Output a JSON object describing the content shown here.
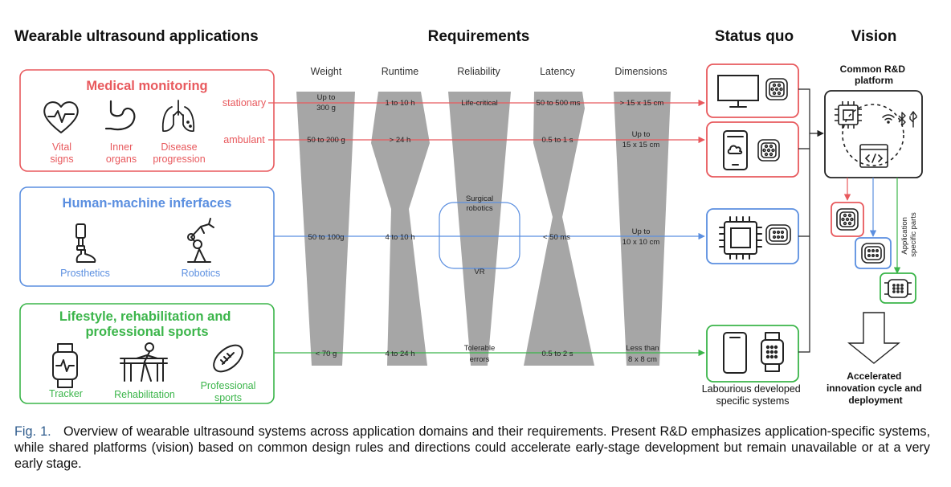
{
  "headers": {
    "applications": "Wearable ultrasound applications",
    "requirements": "Requirements",
    "status_quo": "Status quo",
    "vision": "Vision"
  },
  "columns": [
    "Weight",
    "Runtime",
    "Reliability",
    "Latency",
    "Dimensions"
  ],
  "colors": {
    "medical": "#e8595d",
    "hmi": "#5b8fe0",
    "lifestyle": "#3bb54a",
    "shape": "#a6a6a6",
    "text": "#333333"
  },
  "domains": {
    "medical": {
      "title": "Medical monitoring",
      "items": [
        {
          "label": [
            "Vital",
            "signs"
          ],
          "icon": "heart-pulse-icon"
        },
        {
          "label": [
            "Inner",
            "organs"
          ],
          "icon": "stomach-icon"
        },
        {
          "label": [
            "Disease",
            "progression"
          ],
          "icon": "lungs-icon"
        }
      ],
      "rows": [
        {
          "name": "stationary",
          "values": [
            [
              "Up to",
              "300 g"
            ],
            [
              "1 to 10 h"
            ],
            [
              "Life-critical"
            ],
            [
              "50 to 500 ms"
            ],
            [
              "> 15 x 15 cm"
            ]
          ]
        },
        {
          "name": "ambulant",
          "values": [
            [
              "50 to 200 g"
            ],
            [
              "> 24 h"
            ],
            [],
            [
              "0.5 to 1 s"
            ],
            [
              "Up to",
              "15 x 15 cm"
            ]
          ]
        }
      ]
    },
    "hmi": {
      "title": "Human-machine inferfaces",
      "items": [
        {
          "label": [
            "Prosthetics"
          ],
          "icon": "prosthetic-leg-icon"
        },
        {
          "label": [
            "Robotics"
          ],
          "icon": "robot-arm-icon"
        }
      ],
      "rows": [
        {
          "name": "",
          "values": [
            [
              "50 to 100g"
            ],
            [
              "4 to 10 h"
            ],
            [],
            [
              "< 50 ms"
            ],
            [
              "Up to",
              "10 x 10 cm"
            ]
          ]
        }
      ],
      "reliability_options": [
        [
          "Surgical",
          "robotics"
        ],
        [
          "VR"
        ]
      ]
    },
    "lifestyle": {
      "title": [
        "Lifestyle, rehabilitation and",
        "professional sports"
      ],
      "items": [
        {
          "label": [
            "Tracker"
          ],
          "icon": "smartwatch-icon"
        },
        {
          "label": [
            "Rehabilitation"
          ],
          "icon": "rehab-bars-icon"
        },
        {
          "label": [
            "Professional",
            "sports"
          ],
          "icon": "football-icon"
        }
      ],
      "rows": [
        {
          "name": "",
          "values": [
            [
              "< 70 g"
            ],
            [
              "4 to 24 h"
            ],
            [
              "Tolerable",
              "errors"
            ],
            [
              "0.5 to 2 s"
            ],
            [
              "Less than",
              "8 x 8 cm"
            ]
          ]
        }
      ]
    }
  },
  "status_quo": {
    "devices": [
      {
        "icon": "monitor-icon",
        "domain": "medical"
      },
      {
        "icon": "smartphone-cloud-icon",
        "domain": "medical"
      },
      {
        "icon": "chip-icon",
        "domain": "hmi"
      },
      {
        "icon": "smartphone-watch-icon",
        "domain": "lifestyle"
      }
    ],
    "note": [
      "Labourious developed",
      "specific systems"
    ]
  },
  "vision": {
    "platform_title": [
      "Common R&D",
      "platform"
    ],
    "side_label": [
      "Application",
      "specific parts"
    ],
    "footer": [
      "Accelerated",
      "innovation cycle and",
      "deployment"
    ]
  },
  "caption": {
    "label": "Fig. 1.",
    "text": "Overview of wearable ultrasound systems across application domains and their requirements. Present R&D emphasizes application-specific systems, while shared platforms (vision) based on common design rules and directions could accelerate early-stage development but remain unavailable or at a very early stage."
  }
}
